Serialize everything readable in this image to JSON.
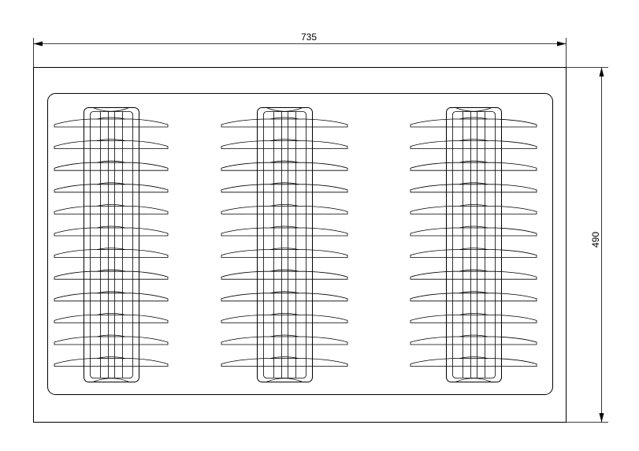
{
  "dimensions": {
    "width_label": "735",
    "height_label": "490"
  },
  "colors": {
    "stroke": "#000000",
    "background": "#ffffff"
  },
  "tray": {
    "columns": 3,
    "fins_per_column": 12
  }
}
